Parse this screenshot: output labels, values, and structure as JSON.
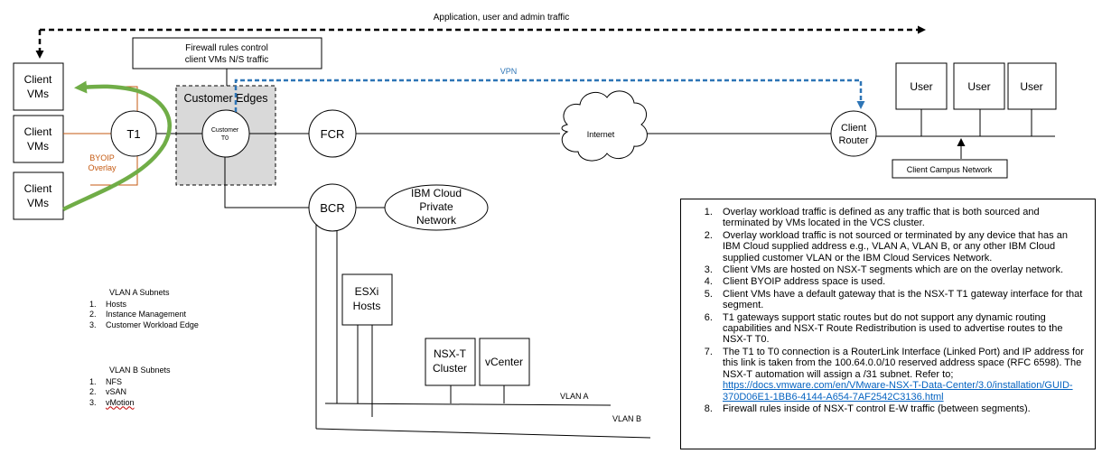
{
  "top_traffic_label": "Application, user and admin traffic",
  "firewall_note": [
    "Firewall rules control",
    "client VMs N/S traffic"
  ],
  "client_vms": [
    "Client",
    "VMs"
  ],
  "t1": "T1",
  "byoip": [
    "BYOIP",
    "Overlay"
  ],
  "customer_edges": "Customer Edges",
  "customer_t0": [
    "Customer",
    "T0"
  ],
  "fcr": "FCR",
  "bcr": "BCR",
  "internet": "Internet",
  "vpn": "VPN",
  "ibm_private": [
    "IBM Cloud",
    "Private",
    "Network"
  ],
  "client_router": [
    "Client",
    "Router"
  ],
  "user": "User",
  "client_campus": "Client Campus Network",
  "esxi": [
    "ESXi",
    "Hosts"
  ],
  "nsxt_cluster": [
    "NSX-T",
    "Cluster"
  ],
  "vcenter": "vCenter",
  "vlan_a": "VLAN A",
  "vlan_b": "VLAN B",
  "vlan_a_subnets": {
    "title": "VLAN A Subnets",
    "items": [
      "Hosts",
      "Instance Management",
      "Customer Workload Edge"
    ]
  },
  "vlan_b_subnets": {
    "title": "VLAN B Subnets",
    "items": [
      "NFS",
      "vSAN",
      "vMotion"
    ]
  },
  "notes": {
    "item1": "Overlay workload traffic is defined as any traffic that is both sourced and terminated by VMs located in the VCS cluster.",
    "item2": "Overlay workload traffic is not sourced or terminated by any device that has an IBM Cloud supplied address e.g., VLAN A, VLAN B, or any other IBM Cloud supplied customer VLAN or the IBM Cloud Services Network.",
    "item3": "Client VMs are hosted on NSX-T segments which are on the overlay network.",
    "item4": "Client BYOIP address space is used.",
    "item5": "Client VMs have a default gateway that is the NSX-T T1 gateway interface for that segment.",
    "item6": "T1 gateways support static routes but do not support any dynamic routing capabilities and NSX-T Route Redistribution is used to advertise routes to the NSX-T T0.",
    "item7_text": "The T1 to T0 connection is a RouterLink Interface (Linked Port) and IP address for this link is taken from the 100.64.0.0/10 reserved address space (RFC 6598). The NSX-T automation will assign a /31 subnet. Refer to;",
    "item7_link": "https://docs.vmware.com/en/VMware-NSX-T-Data-Center/3.0/installation/GUID-370D06E1-1BB6-4144-A654-7AF2542C3136.html",
    "item8": "Firewall rules inside of NSX-T control E-W traffic (between segments)."
  },
  "colors": {
    "green_arrow": "#70ad47",
    "vpn_blue": "#2e75b6",
    "overlay_orange": "#c55a11",
    "edges_fill": "#d9d9d9",
    "link_blue": "#0563c1"
  }
}
